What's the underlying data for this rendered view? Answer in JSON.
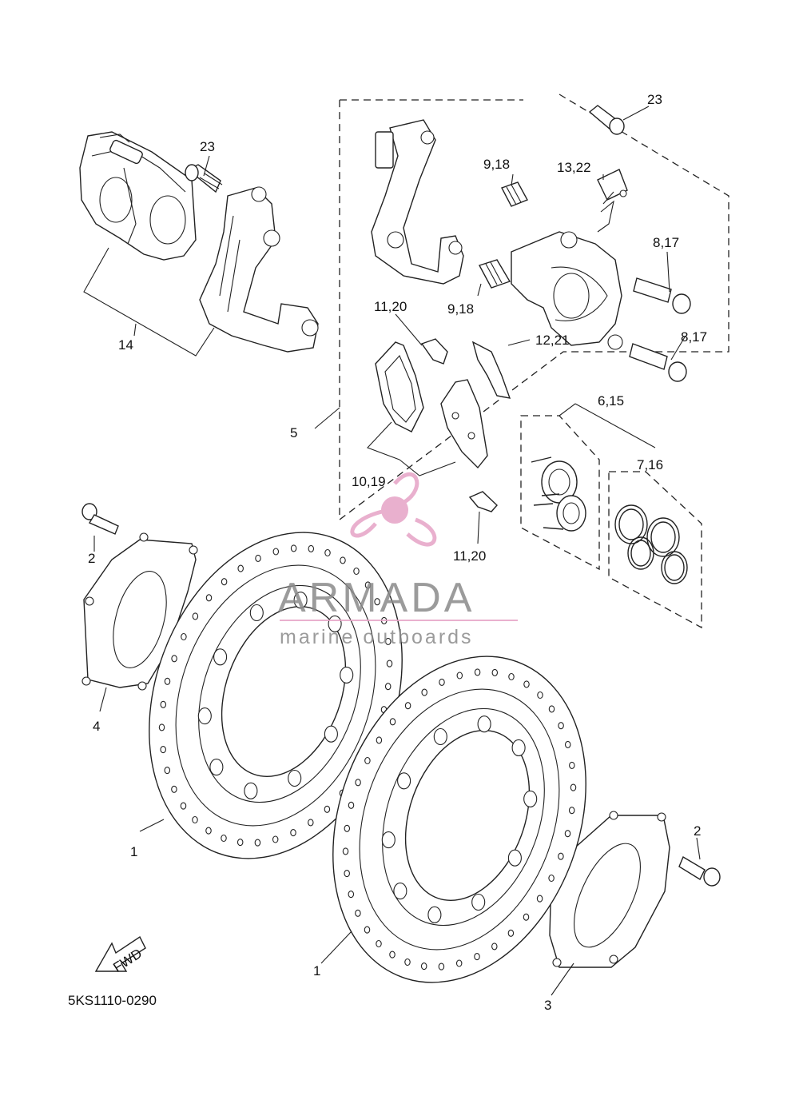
{
  "diagram_code": "5KS1110-0290",
  "fwd_label": "FWD",
  "watermark": {
    "brand": "ARMADA",
    "tagline": "marine outboards",
    "accent_color": "#e6a3c6",
    "text_color": "#8a8a8a"
  },
  "callouts": {
    "c1a": "1",
    "c1b": "1",
    "c2a": "2",
    "c2b": "2",
    "c3": "3",
    "c4": "4",
    "c5": "5",
    "c6_15": "6,15",
    "c7_16": "7,16",
    "c8_17a": "8,17",
    "c8_17b": "8,17",
    "c9_18a": "9,18",
    "c9_18b": "9,18",
    "c10_19": "10,19",
    "c11_20a": "11,20",
    "c11_20b": "11,20",
    "c12_21": "12,21",
    "c13_22": "13,22",
    "c14": "14",
    "c23a": "23",
    "c23b": "23"
  }
}
